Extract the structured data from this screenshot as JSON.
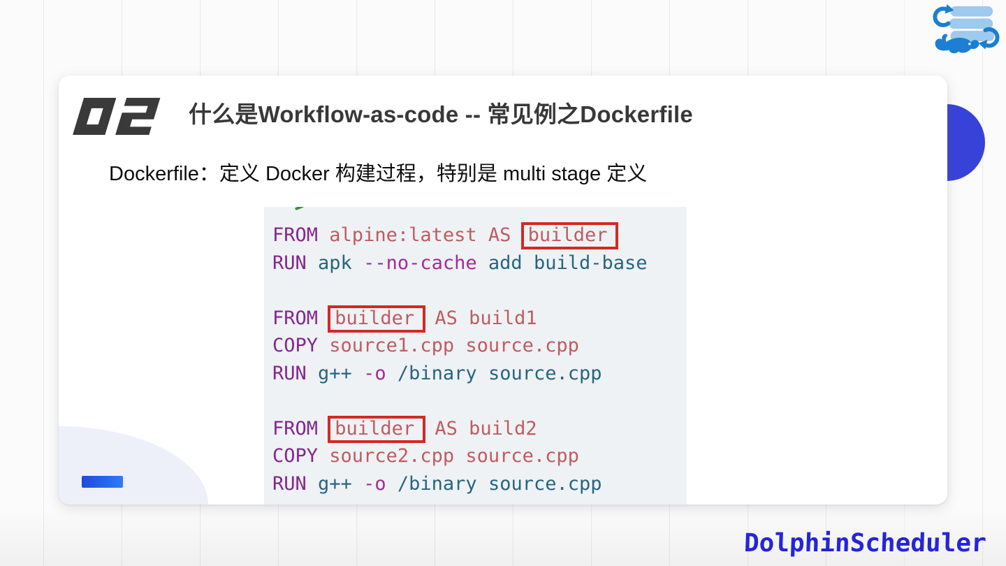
{
  "header": {
    "section_number": "02",
    "title": "什么是Workflow-as-code -- 常见例之Dockerfile"
  },
  "subtitle": "Dockerfile：定义 Docker 构建过程，特别是 multi stage 定义",
  "code_block": {
    "language": "dockerfile",
    "background": "#eef2f5",
    "token_colors": {
      "keyword": "#85268f",
      "name": "#c05b60",
      "flag": "#a52a99",
      "plain": "#28647f"
    },
    "highlight_box_color": "#d12a22",
    "clipped_line_fragment_color": "#3c8f43",
    "lines": [
      [
        {
          "text": "FROM",
          "type": "keyword"
        },
        {
          "text": "alpine:latest",
          "type": "name"
        },
        {
          "text": "AS",
          "type": "name"
        },
        {
          "text": "builder",
          "type": "name",
          "boxed": true
        }
      ],
      [
        {
          "text": "RUN",
          "type": "keyword"
        },
        {
          "text": "apk",
          "type": "plain"
        },
        {
          "text": "--no-cache",
          "type": "flag"
        },
        {
          "text": "add",
          "type": "plain"
        },
        {
          "text": "build-base",
          "type": "plain"
        }
      ],
      [],
      [
        {
          "text": "FROM",
          "type": "keyword"
        },
        {
          "text": "builder",
          "type": "name",
          "boxed": true
        },
        {
          "text": "AS",
          "type": "name"
        },
        {
          "text": "build1",
          "type": "name"
        }
      ],
      [
        {
          "text": "COPY",
          "type": "keyword"
        },
        {
          "text": "source1.cpp",
          "type": "name"
        },
        {
          "text": "source.cpp",
          "type": "name"
        }
      ],
      [
        {
          "text": "RUN",
          "type": "keyword"
        },
        {
          "text": "g++",
          "type": "plain"
        },
        {
          "text": "-o",
          "type": "flag"
        },
        {
          "text": "/binary",
          "type": "plain"
        },
        {
          "text": "source.cpp",
          "type": "plain"
        }
      ],
      [],
      [
        {
          "text": "FROM",
          "type": "keyword"
        },
        {
          "text": "builder",
          "type": "name",
          "boxed": true
        },
        {
          "text": "AS",
          "type": "name"
        },
        {
          "text": "build2",
          "type": "name"
        }
      ],
      [
        {
          "text": "COPY",
          "type": "keyword"
        },
        {
          "text": "source2.cpp",
          "type": "name"
        },
        {
          "text": "source.cpp",
          "type": "name"
        }
      ],
      [
        {
          "text": "RUN",
          "type": "keyword"
        },
        {
          "text": "g++",
          "type": "plain"
        },
        {
          "text": "-o",
          "type": "flag"
        },
        {
          "text": "/binary",
          "type": "plain"
        },
        {
          "text": "source.cpp",
          "type": "plain"
        }
      ]
    ]
  },
  "branding": {
    "wordmark": "DolphinScheduler",
    "wordmark_color": "#2424dd",
    "logo_icon": "dolphinscheduler-dolphin-database-logo",
    "logo_bar_color": "#9dcaed",
    "logo_blue": "#1a7fd0"
  },
  "decor": {
    "background_color": "#fbfbfb",
    "grid_line_color": "#e9e9eb",
    "circle_color": "#3742d8",
    "corner_shape_color": "#edf0f9",
    "accent_bar_gradient": [
      "#1e49e0",
      "#2e7cf6"
    ],
    "section_number_color": "#3a3a3a",
    "title_color": "#383838",
    "subtitle_color": "#0d0d0d"
  }
}
